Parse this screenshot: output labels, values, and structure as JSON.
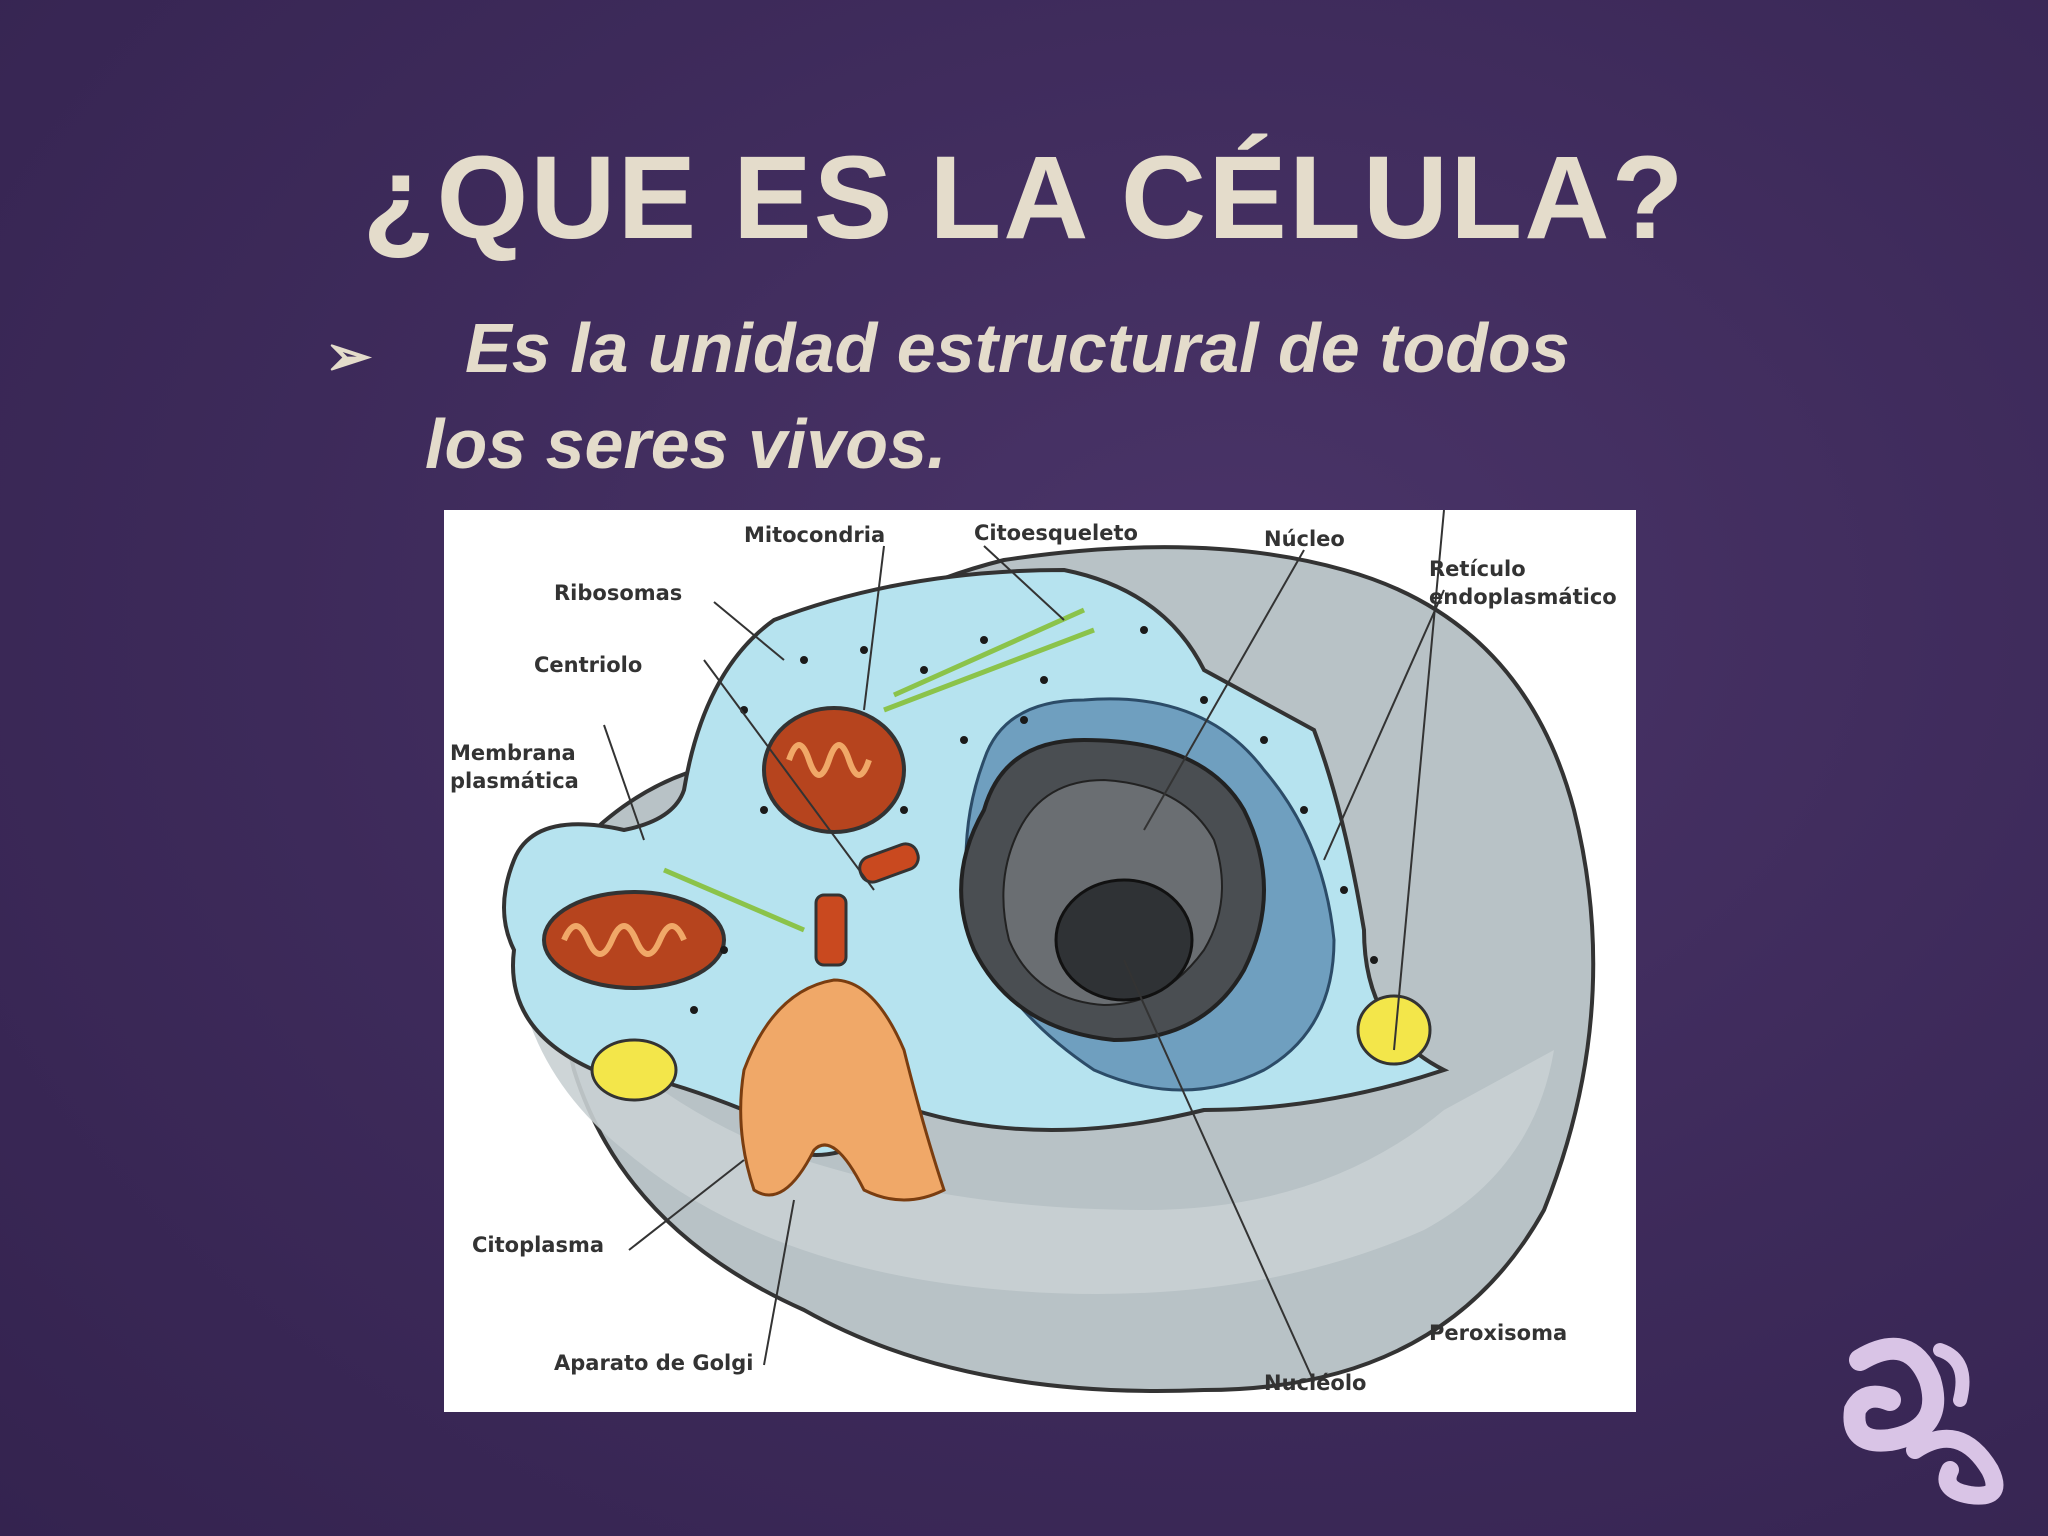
{
  "slide": {
    "title": "¿QUE ES LA CÉLULA?",
    "bullet_marker": "➢",
    "bullet_line1": "Es la unidad estructural de todos",
    "bullet_line2": "los seres vivos."
  },
  "diagram": {
    "labels": {
      "mitocondria": "Mitocondria",
      "citoesqueleto": "Citoesqueleto",
      "nucleo": "Núcleo",
      "reticulo1": "Retículo",
      "reticulo2": "endoplasmático",
      "ribosomas": "Ribosomas",
      "centriolo": "Centriolo",
      "membrana1": "Membrana",
      "membrana2": "plasmática",
      "citoplasma": "Citoplasma",
      "golgi": "Aparato de Golgi",
      "nucleolo": "Nucléolo",
      "peroxisoma": "Peroxisoma"
    }
  },
  "colors": {
    "background": "#3d2a5a",
    "text": "#e4dccb",
    "cytoplasm": "#b6e3ef",
    "membrane_grey": "#a9b4b8",
    "mitochondria": "#b6441e",
    "golgi": "#f0a868",
    "nucleus": "#4a4e52",
    "vesicle": "#f3e64a"
  },
  "icons": {
    "logo": "swirl-ornament-icon",
    "bullet": "arrow-bullet-icon"
  }
}
